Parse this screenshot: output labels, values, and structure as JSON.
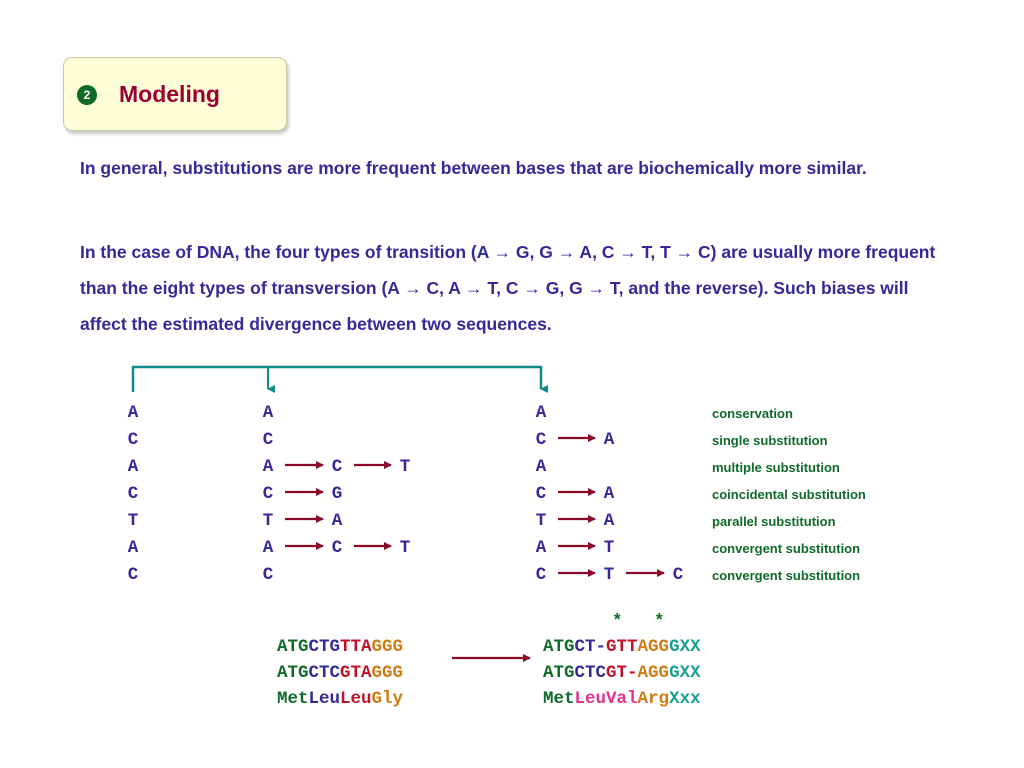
{
  "title": {
    "number": "2",
    "text": "Modeling"
  },
  "paragraphs": [
    "In general, substitutions are more frequent between bases that are biochemically more similar.",
    "In the case of DNA, the four types of transition (A → G, G → A, C → T, T → C) are usually more frequent than the eight types of transversion (A → C, A → T, C → G, G → T, and the reverse). Such biases will affect the estimated divergence between two sequences."
  ],
  "diagram": {
    "ancestral": [
      "A",
      "C",
      "A",
      "C",
      "T",
      "A",
      "C"
    ],
    "seq1": [
      [
        "A"
      ],
      [
        "C"
      ],
      [
        "A",
        "C",
        "T"
      ],
      [
        "C",
        "G"
      ],
      [
        "T",
        "A"
      ],
      [
        "A",
        "C",
        "T"
      ],
      [
        "C"
      ]
    ],
    "seq2": [
      [
        "A"
      ],
      [
        "C",
        "A"
      ],
      [
        "A"
      ],
      [
        "C",
        "A"
      ],
      [
        "T",
        "A"
      ],
      [
        "A",
        "T"
      ],
      [
        "C",
        "T",
        "C"
      ]
    ],
    "labels": [
      "conservation",
      "single substitution",
      "multiple substitution",
      "coincidental substitution",
      "parallel substitution",
      "convergent substitution",
      "convergent substitution"
    ]
  },
  "alignment": {
    "stars": "*   *",
    "left": [
      [
        [
          "ATG",
          "#0f6b27"
        ],
        [
          "CTG",
          "#332a99"
        ],
        [
          "TTA",
          "#c0122a"
        ],
        [
          "GGG",
          "#d07a0f"
        ]
      ],
      [
        [
          "ATG",
          "#0f6b27"
        ],
        [
          "CTC",
          "#332a99"
        ],
        [
          "GTA",
          "#c0122a"
        ],
        [
          "GGG",
          "#d07a0f"
        ]
      ],
      [
        [
          "Met",
          "#0f6b27"
        ],
        [
          "Leu",
          "#332a99"
        ],
        [
          "Leu",
          "#c0122a"
        ],
        [
          "Gly",
          "#d07a0f"
        ]
      ]
    ],
    "right": [
      [
        [
          "ATG",
          "#0f6b27"
        ],
        [
          "CT-",
          "#332a99"
        ],
        [
          "GTT",
          "#c0122a"
        ],
        [
          "AGG",
          "#d07a0f"
        ],
        [
          "GXX",
          "#15a090"
        ]
      ],
      [
        [
          "ATG",
          "#0f6b27"
        ],
        [
          "CTC",
          "#332a99"
        ],
        [
          "GT-",
          "#c0122a"
        ],
        [
          "AGG",
          "#d07a0f"
        ],
        [
          "GXX",
          "#15a090"
        ]
      ],
      [
        [
          "Met",
          "#0f6b27"
        ],
        [
          "Leu",
          "#e0328f"
        ],
        [
          "Val",
          "#e0328f"
        ],
        [
          "Arg",
          "#d07a0f"
        ],
        [
          "Xxx",
          "#15a090"
        ]
      ]
    ]
  },
  "colors": {
    "title": "#990033",
    "text": "#332a99",
    "caption": "#0f6b27",
    "arrow": "#8b0a2a",
    "tree": "#138a8a",
    "title_box": "#fdfdd8"
  }
}
